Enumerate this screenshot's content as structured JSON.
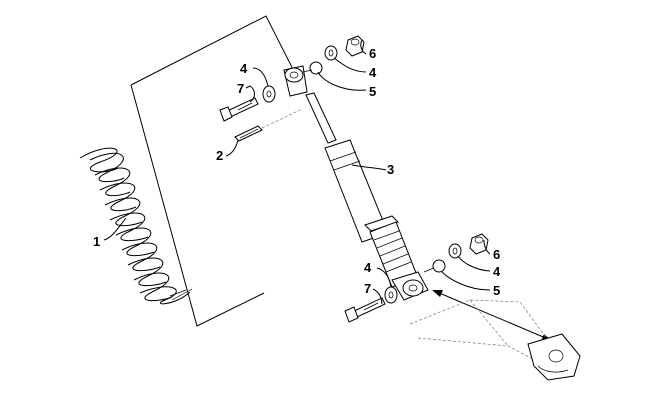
{
  "callouts": {
    "spring": "1",
    "pin": "2",
    "shock": "3",
    "washer_top_left": "4",
    "washer_top_right": "4",
    "washer_bottom_left": "4",
    "washer_bottom_right": "4",
    "bushing_top": "5",
    "bushing_bottom": "5",
    "nut_top": "6",
    "nut_bottom": "6",
    "bolt_top": "7",
    "bolt_bottom": "7"
  }
}
